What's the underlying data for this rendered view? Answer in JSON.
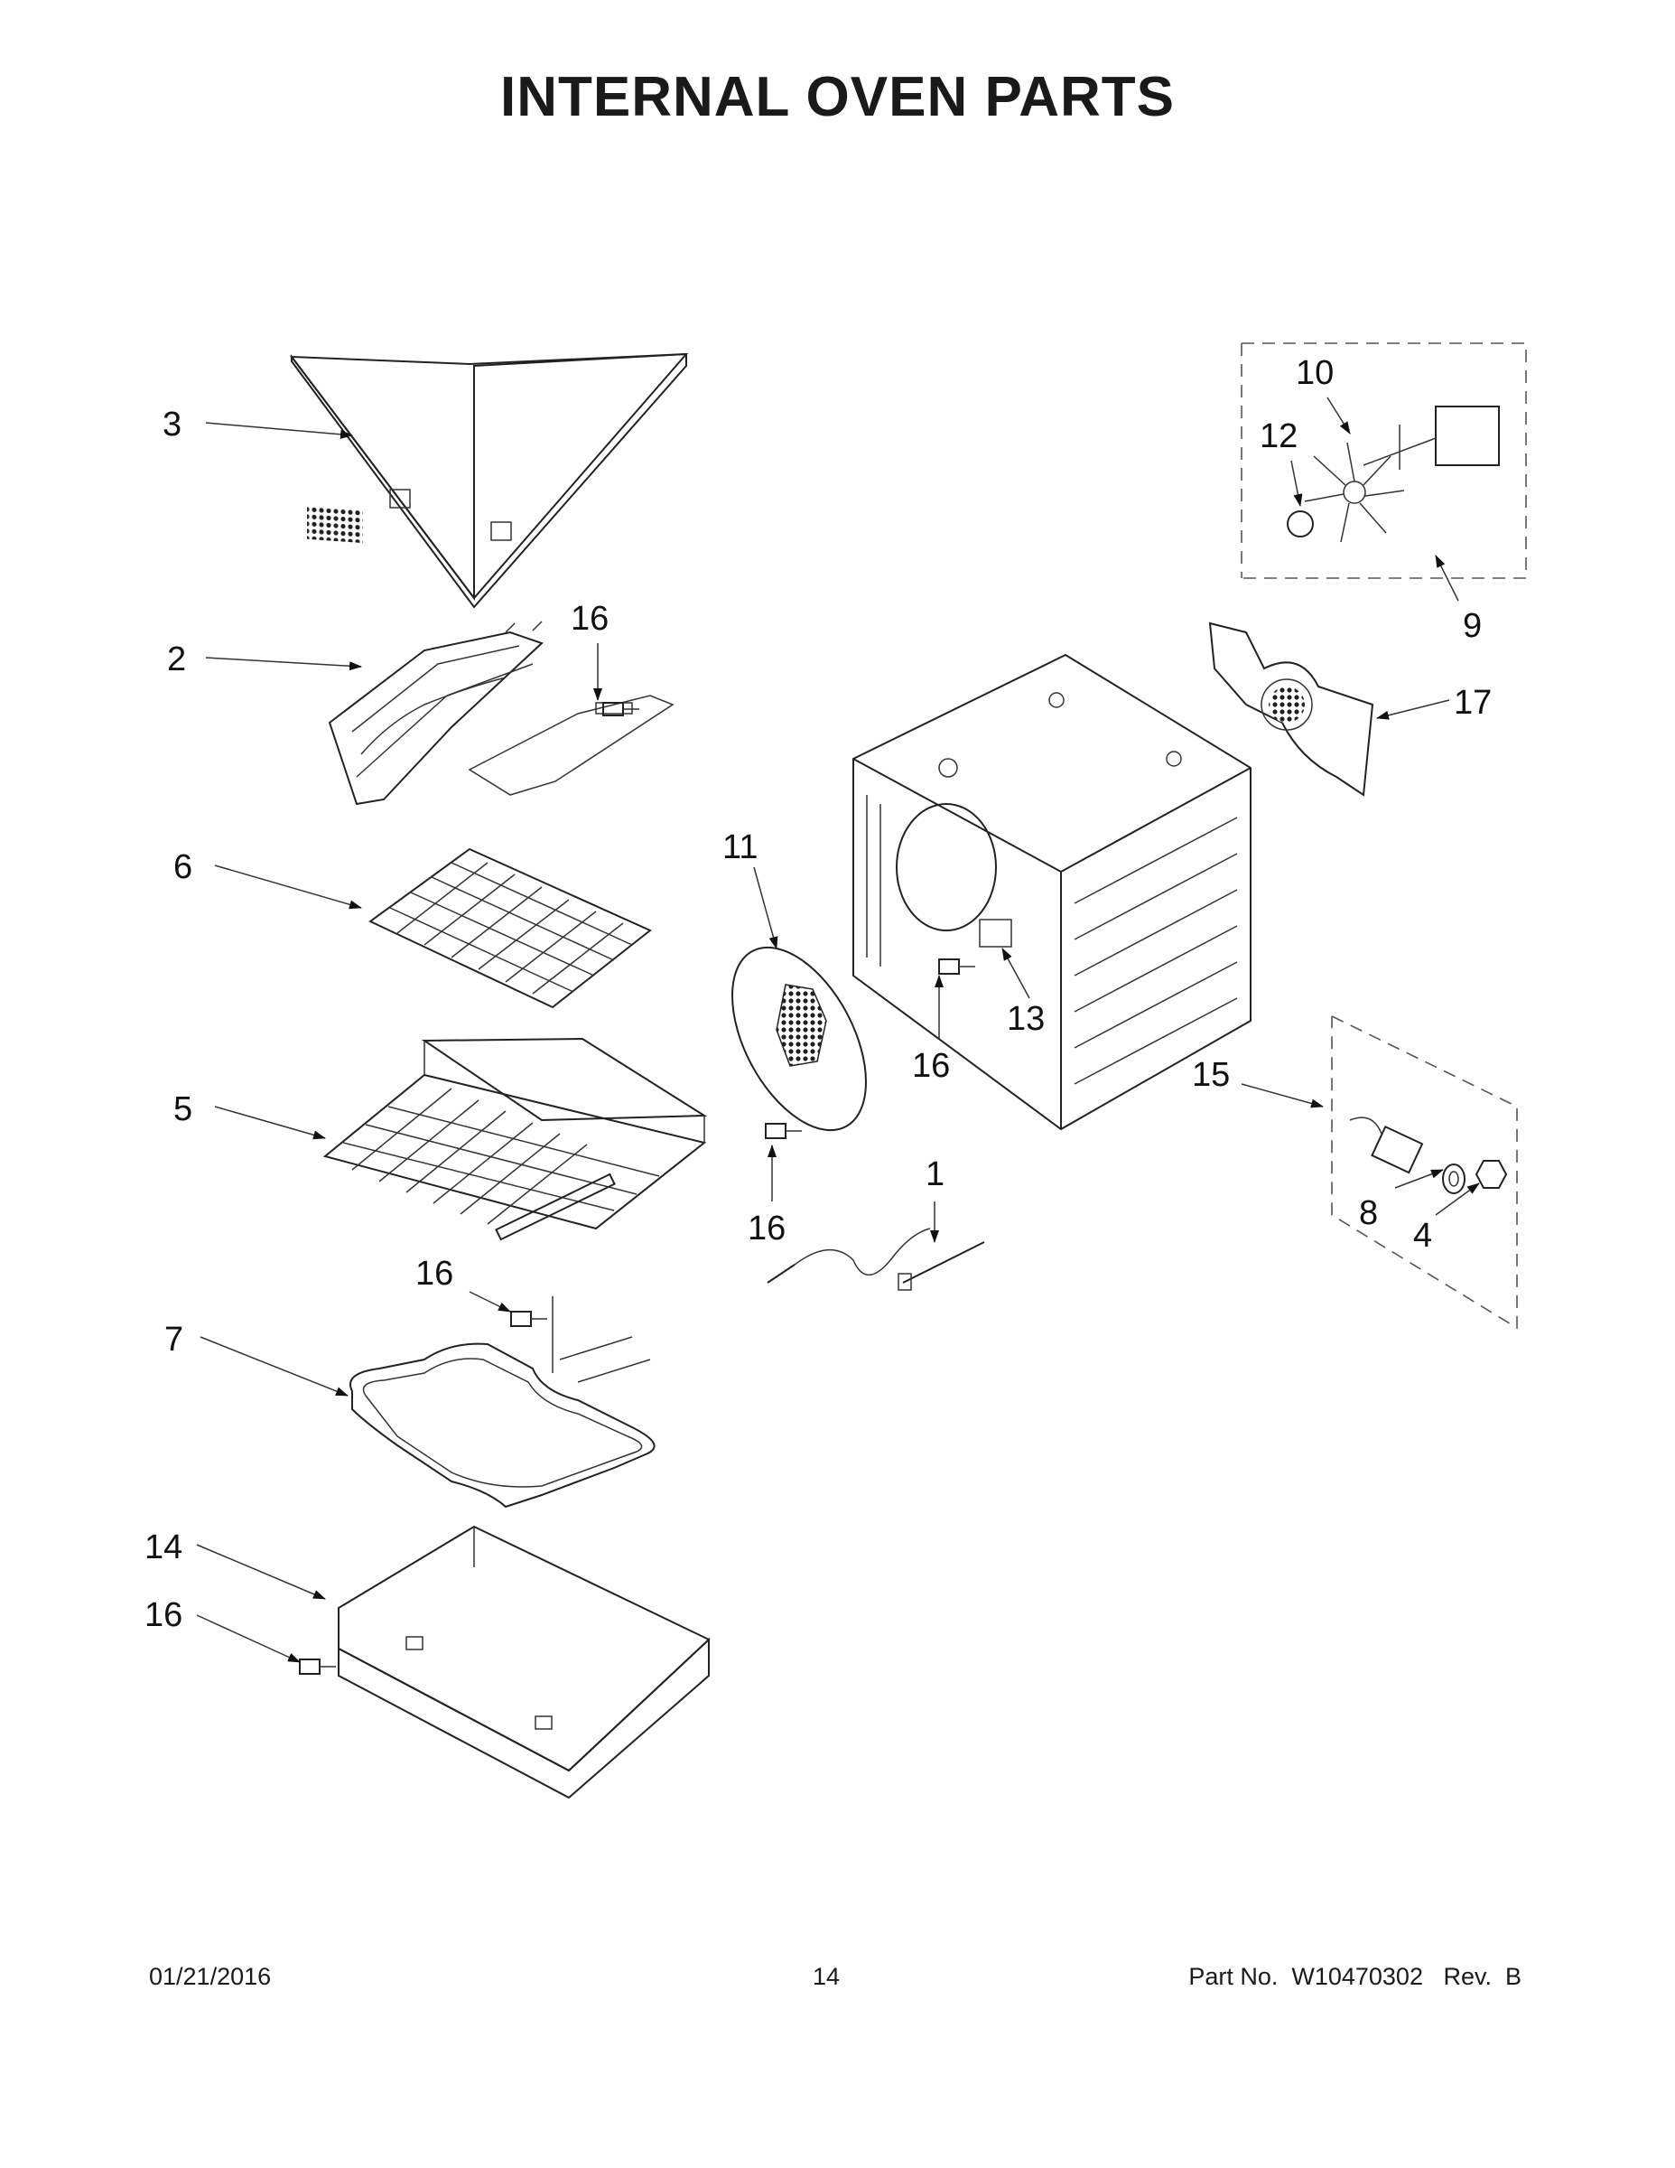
{
  "title": "INTERNAL OVEN PARTS",
  "callouts": {
    "c1": "1",
    "c2": "2",
    "c3": "3",
    "c4": "4",
    "c5": "5",
    "c6": "6",
    "c7": "7",
    "c8": "8",
    "c9": "9",
    "c10": "10",
    "c11": "11",
    "c12": "12",
    "c13": "13",
    "c14": "14",
    "c15": "15",
    "c16": "16",
    "c17": "17"
  },
  "footer": {
    "date": "01/21/2016",
    "page": "14",
    "part": "Part No.  W10470302   Rev.  B"
  }
}
